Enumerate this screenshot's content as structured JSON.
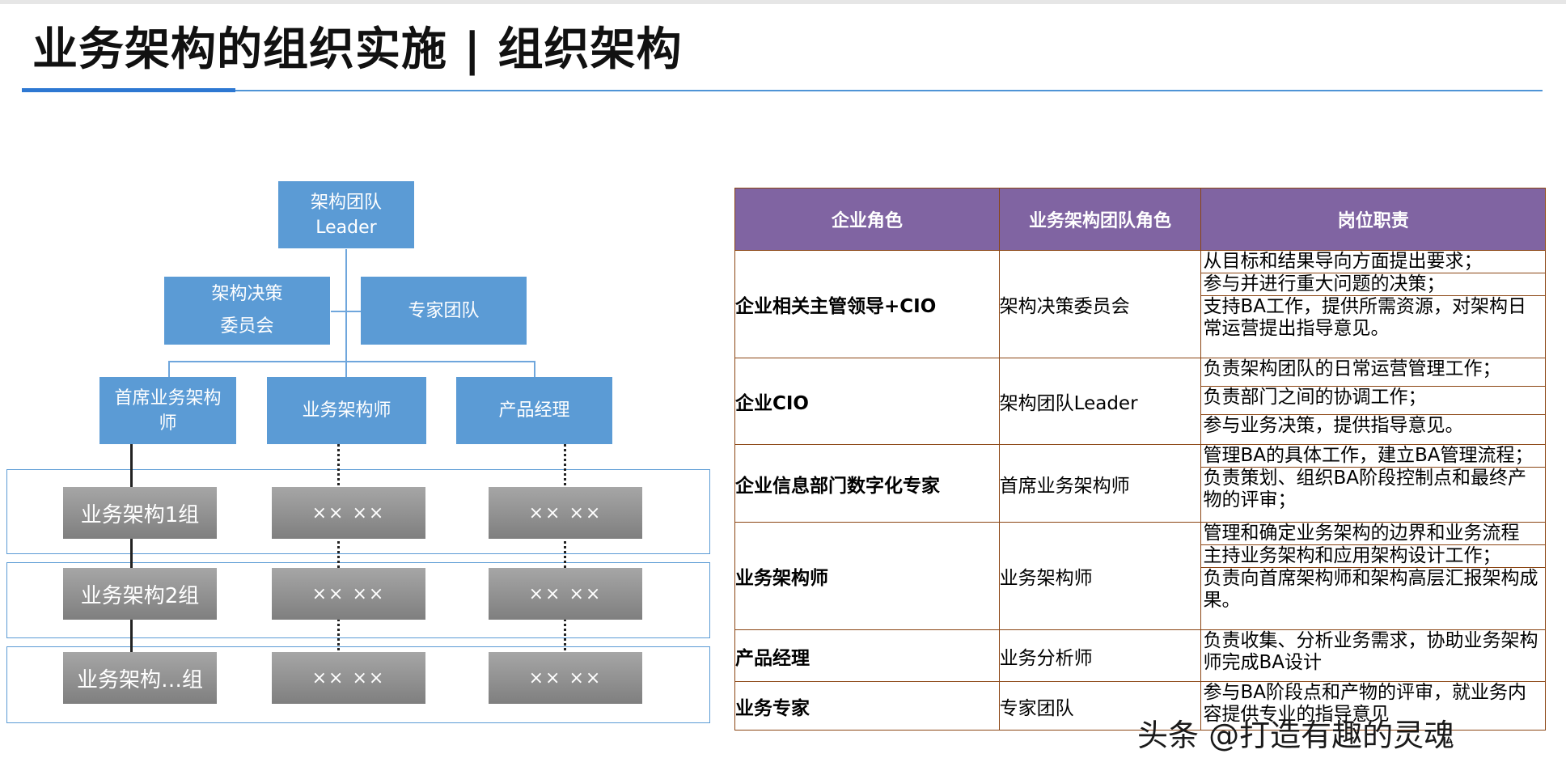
{
  "page": {
    "title": "业务架构的组织实施 | 组织架构"
  },
  "org": {
    "leader": [
      "架构团队",
      "Leader"
    ],
    "committee": [
      "架构决策",
      "委员会"
    ],
    "experts": "专家团队",
    "chief": [
      "首席业务架构",
      "师"
    ],
    "architect": "业务架构师",
    "pm": "产品经理",
    "groups": [
      {
        "name": "业务架构1组",
        "c2": "×× ××",
        "c3": "×× ××"
      },
      {
        "name": "业务架构2组",
        "c2": "×× ××",
        "c3": "×× ××"
      },
      {
        "name": "业务架构…组",
        "c2": "×× ××",
        "c3": "×× ××"
      }
    ]
  },
  "table": {
    "headers": [
      "企业角色",
      "业务架构团队角色",
      "岗位职责"
    ],
    "rows": [
      {
        "role": "企业相关主管领导+CIO",
        "team": "架构决策委员会",
        "duties": [
          "从目标和结果导向方面提出要求；",
          "参与并进行重大问题的决策；",
          "支持BA工作，提供所需资源，对架构日常运营提出指导意见。"
        ]
      },
      {
        "role": "企业CIO",
        "team": "架构团队Leader",
        "duties": [
          "负责架构团队的日常运营管理工作；",
          "负责部门之间的协调工作；",
          "参与业务决策，提供指导意见。"
        ]
      },
      {
        "role": "企业信息部门数字化专家",
        "team": "首席业务架构师",
        "duties": [
          "管理BA的具体工作，建立BA管理流程；",
          "负责策划、组织BA阶段控制点和最终产物的评审；"
        ]
      },
      {
        "role": "业务架构师",
        "team": "业务架构师",
        "duties": [
          "管理和确定业务架构的边界和业务流程",
          "主持业务架构和应用架构设计工作；",
          "负责向首席架构师和架构高层汇报架构成果。"
        ]
      },
      {
        "role": "产品经理",
        "team": "业务分析师",
        "duties": [
          "负责收集、分析业务需求，协助业务架构师完成BA设计"
        ]
      },
      {
        "role": "业务专家",
        "team": "专家团队",
        "duties": [
          "参与BA阶段点和产物的评审，就业务内容提供专业的指导意见"
        ]
      }
    ]
  },
  "watermark": "头条 @打造有趣的灵魂"
}
